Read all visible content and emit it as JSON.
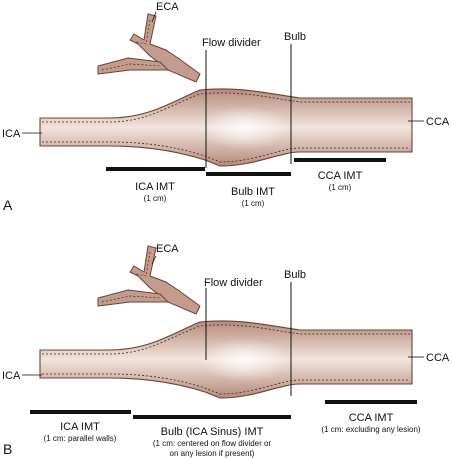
{
  "panelA": {
    "letter": "A",
    "labels": {
      "eca": "ECA",
      "flow_divider": "Flow divider",
      "bulb": "Bulb",
      "ica": "ICA",
      "cca": "CCA"
    },
    "ica_imt": {
      "title": "ICA IMT",
      "note": "(1 cm)"
    },
    "bulb_imt": {
      "title": "Bulb IMT",
      "note": "(1 cm)"
    },
    "cca_imt": {
      "title": "CCA IMT",
      "note": "(1 cm)"
    }
  },
  "panelB": {
    "letter": "B",
    "labels": {
      "eca": "ECA",
      "flow_divider": "Flow divider",
      "bulb": "Bulb",
      "ica": "ICA",
      "cca": "CCA"
    },
    "ica_imt": {
      "title": "ICA IMT",
      "note": "(1 cm: parallel walls)"
    },
    "bulb_imt": {
      "title": "Bulb (ICA Sinus) IMT",
      "note_line1": "(1 cm: centered on flow divider or",
      "note_line2": "on any lesion if present)"
    },
    "cca_imt": {
      "title": "CCA IMT",
      "note": "(1 cm: excluding any lesion)"
    }
  },
  "colors": {
    "vessel_fill": "#c9a394",
    "vessel_highlight": "#f3e7e1",
    "vessel_edge": "#8a5a4a",
    "bar": "#111111"
  }
}
